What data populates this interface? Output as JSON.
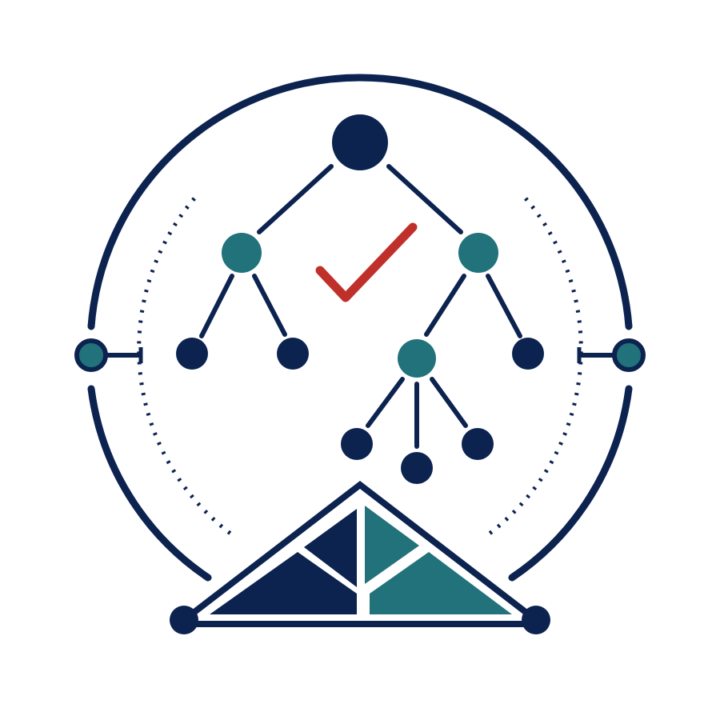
{
  "logo": {
    "colors": {
      "navy": "#0c2350",
      "teal": "#21727a",
      "check_red": "#c0302b",
      "background": "#ffffff"
    },
    "elements": [
      "outer-ring",
      "inner-dotted-arc",
      "tree-diagram",
      "check-mark",
      "side-connector-nodes",
      "roof-triangle"
    ]
  }
}
